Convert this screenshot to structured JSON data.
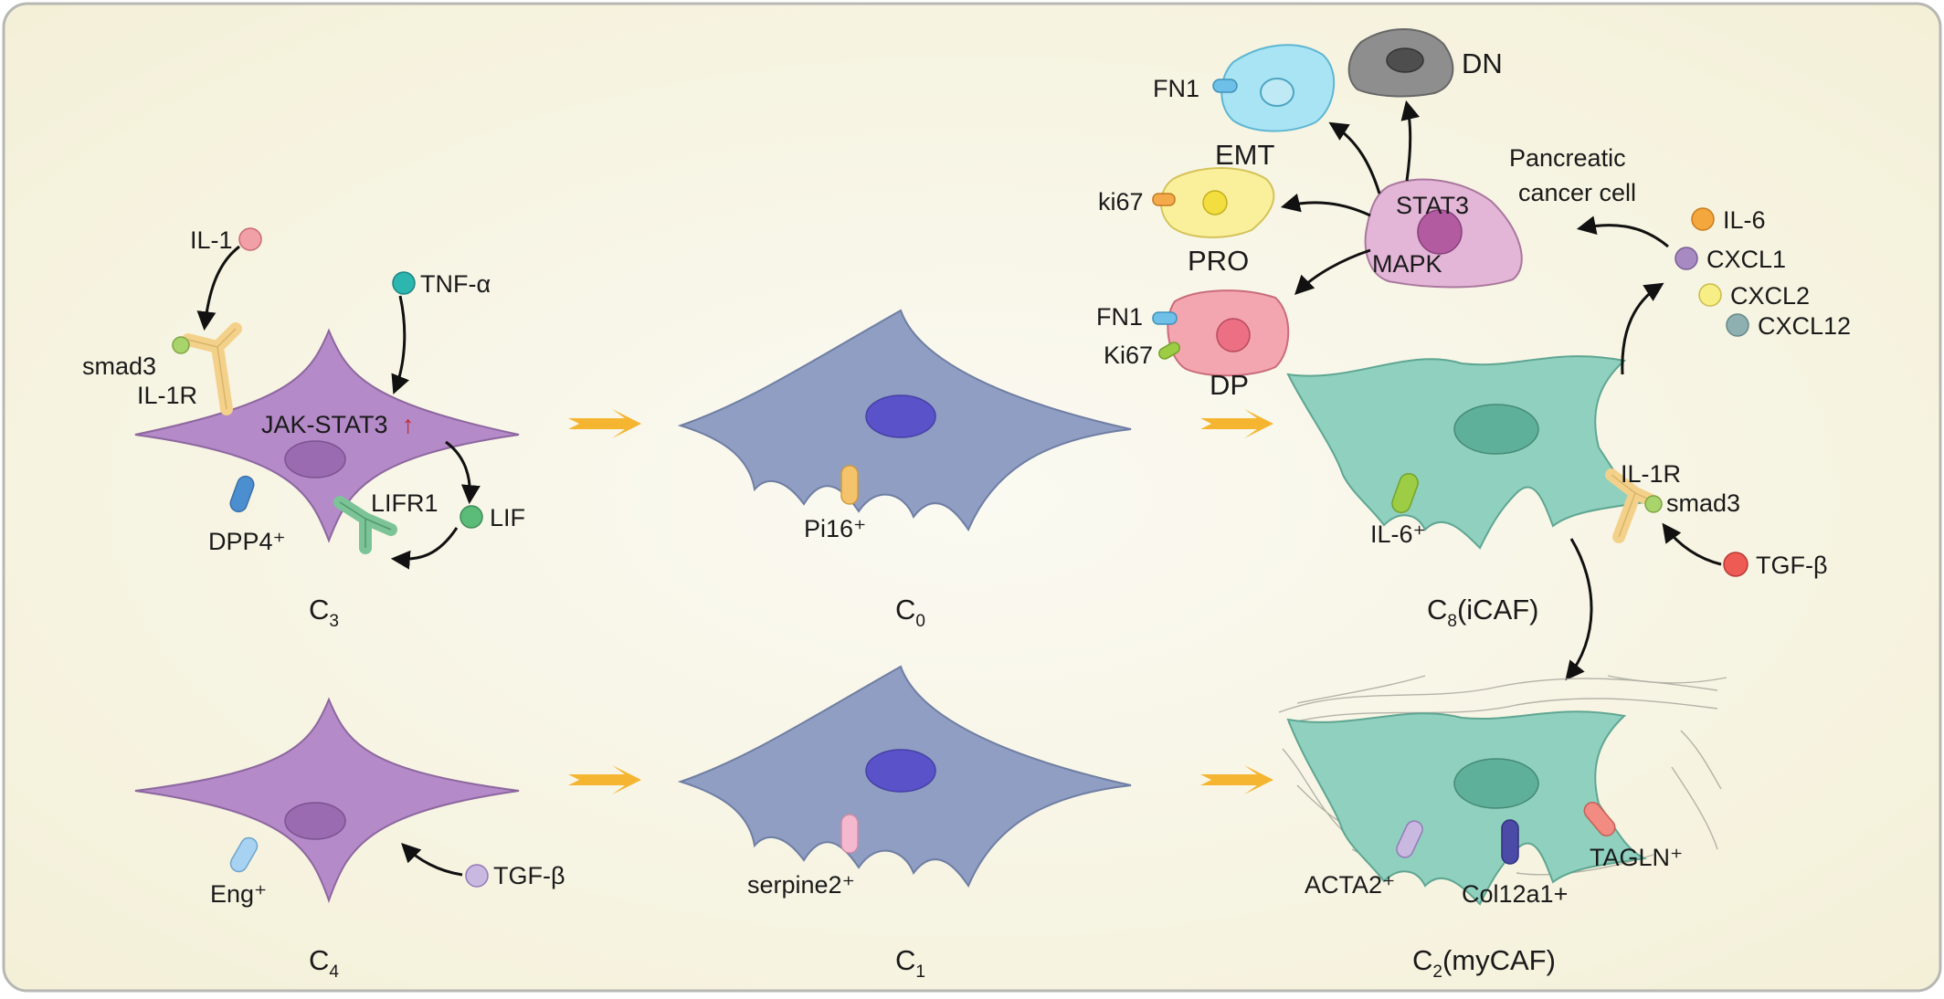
{
  "colors": {
    "panel_bg": "#f5f1dc",
    "border": "#b7b7b3",
    "purple_cell": "#b48ac8",
    "blue_cell": "#8f9ec2",
    "teal_cell": "#8fd0be",
    "nucleus_purple": "#9a6bb0",
    "nucleus_blue": "#5a52c9",
    "nucleus_teal": "#5fb09a",
    "arrow_orange": "#f5b531",
    "arrow_black": "#111111",
    "up_arrow": "#c0272d"
  },
  "cells": {
    "c3": {
      "label_main": "C",
      "label_sub": "3"
    },
    "c0": {
      "label_main": "C",
      "label_sub": "0"
    },
    "c8": {
      "label_main": "C",
      "label_sub": "8",
      "label_suffix": "(iCAF)"
    },
    "c4": {
      "label_main": "C",
      "label_sub": "4"
    },
    "c1": {
      "label_main": "C",
      "label_sub": "1"
    },
    "c2": {
      "label_main": "C",
      "label_sub": "2",
      "label_suffix": "(myCAF)"
    }
  },
  "c3_labels": {
    "il1": "IL-1",
    "tnfa": "TNF-α",
    "smad3": "smad3",
    "il1r": "IL-1R",
    "jak_stat3": "JAK-STAT3",
    "up_arrow": "↑",
    "lifr1": "LIFR1",
    "lif": "LIF",
    "dpp4": "DPP4⁺"
  },
  "c0_labels": {
    "pi16": "Pi16⁺"
  },
  "c4_labels": {
    "eng": "Eng⁺",
    "tgfb": "TGF-β"
  },
  "c1_labels": {
    "serpine2": "serpine2⁺"
  },
  "c8_labels": {
    "il6": "IL-6⁺",
    "il1r": "IL-1R",
    "smad3": "smad3",
    "tgfb": "TGF-β"
  },
  "c2_labels": {
    "acta2": "ACTA2⁺",
    "col12a1": "Col12a1+",
    "tagln": "TAGLN⁺"
  },
  "cytokines": {
    "il6": "IL-6",
    "cxcl1": "CXCL1",
    "cxcl2": "CXCL2",
    "cxcl12": "CXCL12"
  },
  "cancer": {
    "title_line1": "Pancreatic",
    "title_line2": "cancer cell",
    "stat3": "STAT3",
    "mapk": "MAPK",
    "dn": "DN",
    "emt": "EMT",
    "emt_marker": "FN1",
    "pro": "PRO",
    "pro_marker": "ki67",
    "dp": "DP",
    "dp_marker1": "FN1",
    "dp_marker2": "Ki67"
  }
}
